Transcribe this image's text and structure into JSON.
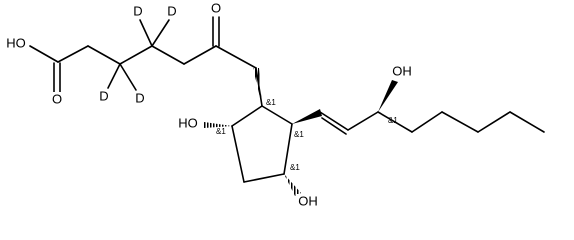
{
  "molecule": {
    "atom_labels": {
      "acid_oh": "HO",
      "acid_o": "O",
      "d_upper_left": "D",
      "d_upper_right": "D",
      "d_lower_left": "D",
      "d_lower_right": "D",
      "ketone_o": "O",
      "sidechain_oh": "OH",
      "ring_oh_left": "HO",
      "ring_oh_bottom": "OH"
    },
    "stereo_tags": {
      "s1": "&1",
      "s2": "&1",
      "s3": "&1",
      "s4": "&1",
      "s5": "&1"
    }
  }
}
